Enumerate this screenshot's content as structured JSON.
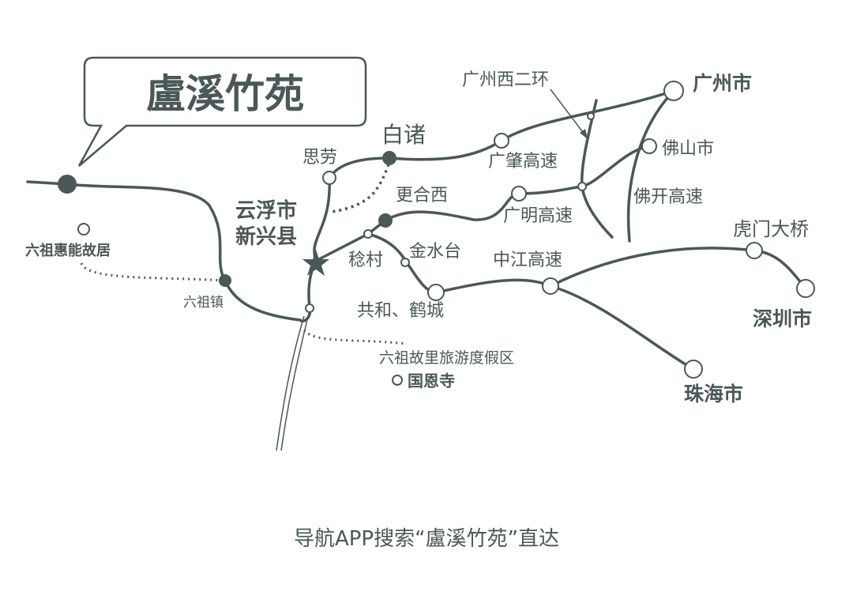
{
  "title": "盧溪竹苑",
  "colors": {
    "ink": "#4a5857",
    "background": "#ffffff"
  },
  "labels": {
    "guangzhou_ring": "广州西二环",
    "guangzhou": "广州市",
    "baizhu": "白诸",
    "silao": "思劳",
    "guangzhao": "广肇高速",
    "foshan": "佛山市",
    "genghexi": "更合西",
    "yunfu": "云浮市",
    "xinxing": "新兴县",
    "guangming": "广明高速",
    "fokai": "佛开高速",
    "liuzu_home": "六祖惠能故居",
    "humen": "虎门大桥",
    "rencun": "稔村",
    "jinshuitai": "金水台",
    "zhongjiang": "中江高速",
    "liuzu_town": "六祖镇",
    "gonghe": "共和、鹤城",
    "shenzhen": "深圳市",
    "resort": "六祖故里旅游度假区",
    "guoen": "国恩寺",
    "zhuhai": "珠海市"
  },
  "footer": "导航APP搜索“盧溪竹苑”直达"
}
